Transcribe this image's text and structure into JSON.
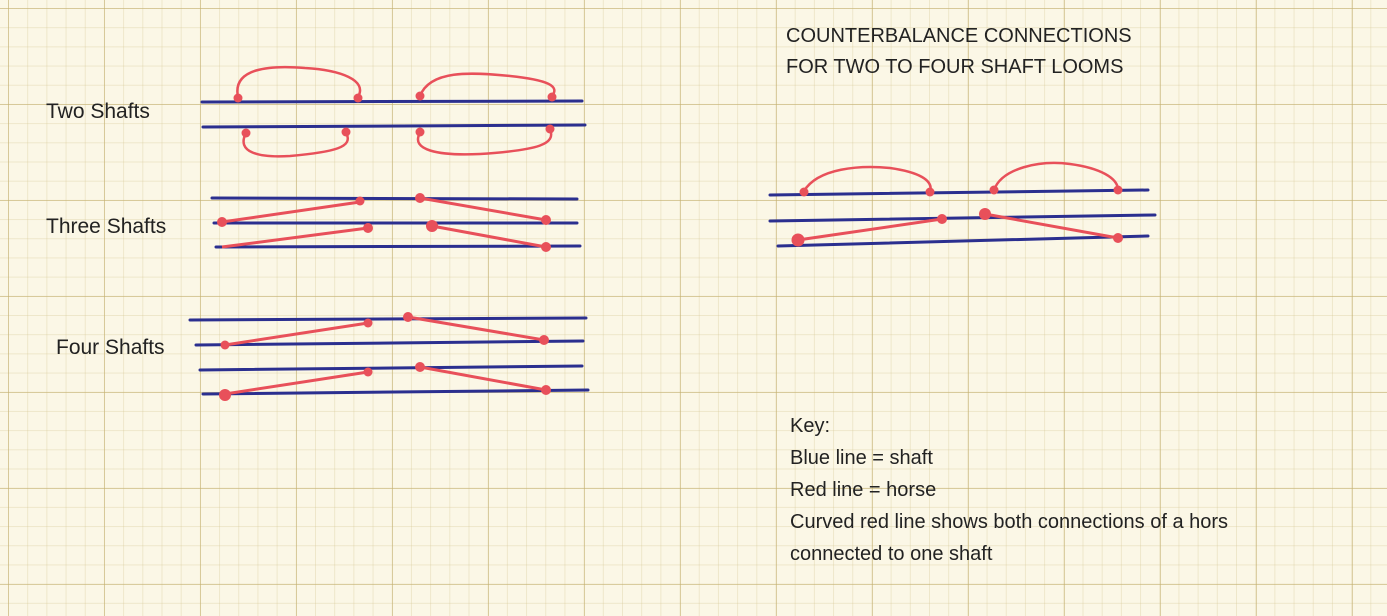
{
  "title": {
    "line1": "COUNTERBALANCE CONNECTIONS",
    "line2": "FOR TWO TO FOUR SHAFT LOOMS"
  },
  "rows": {
    "two": "Two Shafts",
    "three": "Three Shafts",
    "four": "Four Shafts"
  },
  "key": {
    "heading": "Key:",
    "blue": "Blue line = shaft",
    "red": "Red line = horse",
    "curved_line1": "Curved red line shows both connections of a hors",
    "curved_line2": "connected to one shaft"
  },
  "colors": {
    "shaft": "#2b2f8f",
    "horse": "#e8505a",
    "paper": "#fbf7e6",
    "grid": "#c4b070"
  }
}
